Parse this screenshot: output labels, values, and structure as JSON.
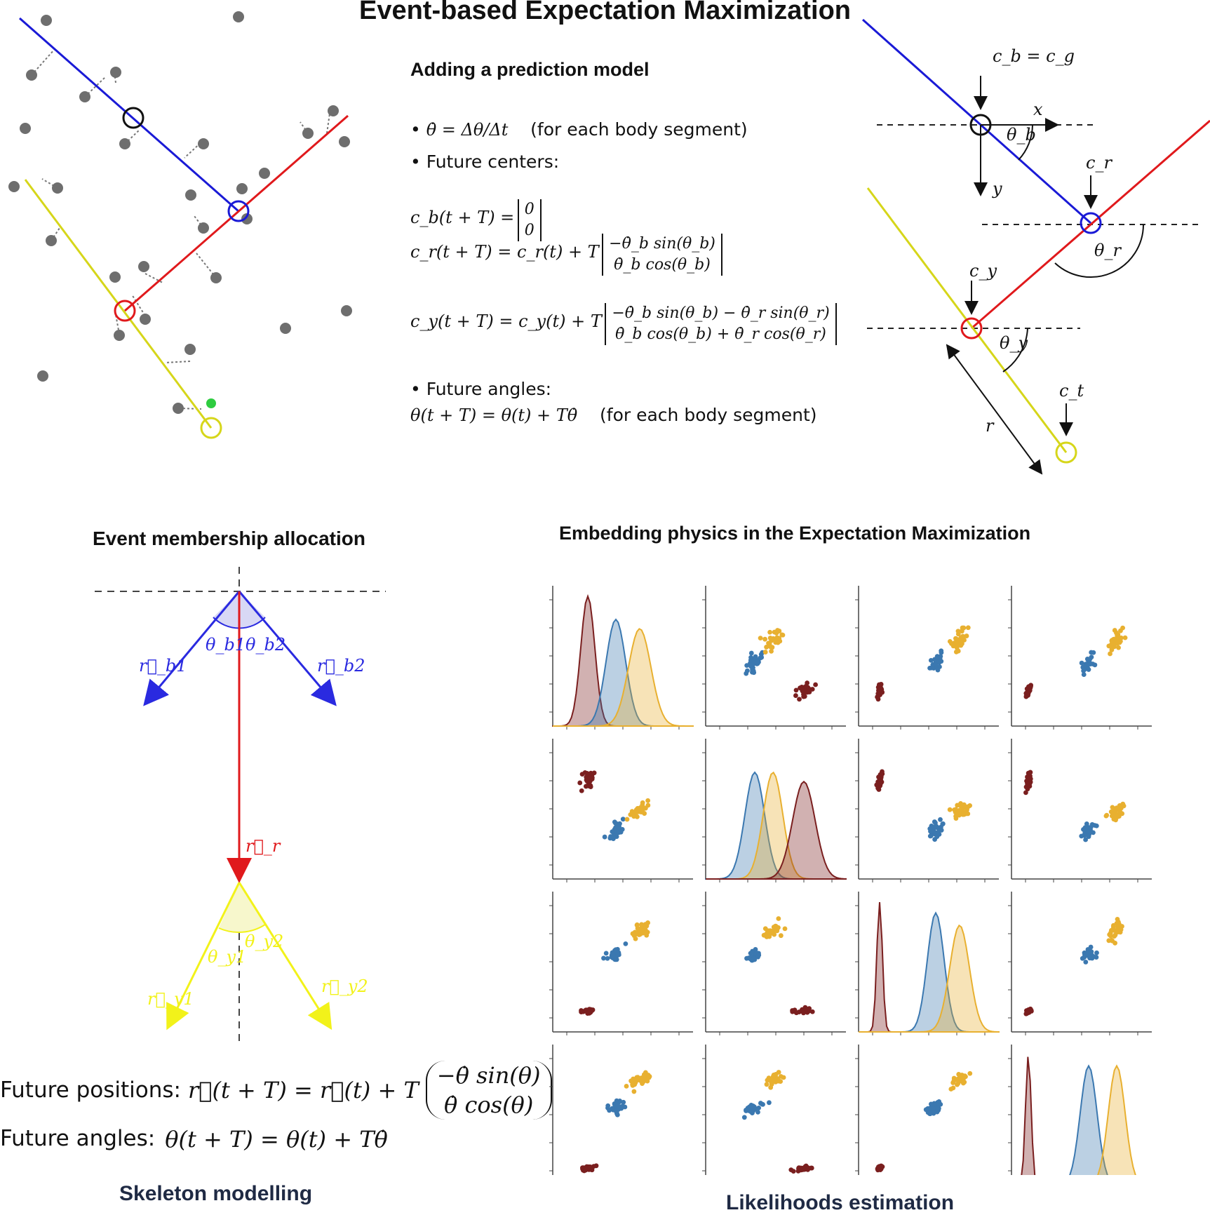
{
  "title": "Event-based Expectation Maximization",
  "prediction": {
    "heading": "Adding a prediction model",
    "bullet1_math": "θ̇ = Δθ/Δt",
    "bullet1_note": "(for each body segment)",
    "bullet2": "Future centers:",
    "cb_lhs": "c_b(t + T) =",
    "cb_m": [
      "0",
      "0"
    ],
    "cr_lhs": "c_r(t + T) = c_r(t) + T",
    "cr_m": [
      "−θ̇_b sin(θ_b)",
      "θ̇_b cos(θ_b)"
    ],
    "cy_lhs": "c_y(t + T) = c_y(t) + T",
    "cy_m": [
      "−θ̇_b sin(θ_b) − θ̇_r sin(θ_r)",
      "θ̇_b cos(θ_b) + θ̇_r cos(θ_r)"
    ],
    "bullet3": "Future angles:",
    "angles_math": "θ(t + T) = θ(t) + Tθ̇",
    "angles_note": "(for each body segment)"
  },
  "geometry": {
    "cbcg": "c_b = c_g",
    "x": "x",
    "y": "y",
    "theta_b": "θ_b",
    "cr": "c_r",
    "theta_r": "θ_r",
    "cy": "c_y",
    "theta_y": "θ_y",
    "ct": "c_t",
    "r": "r"
  },
  "membership": {
    "heading": "Event membership allocation",
    "theta_b1": "θ_b1",
    "theta_b2": "θ_b2",
    "r_b1": "r⃗_b1",
    "r_b2": "r⃗_b2",
    "r_r": "r⃗_r",
    "theta_y1": "θ_y1",
    "theta_y2": "θ_y2",
    "r_y1": "r⃗_y1",
    "r_y2": "r⃗_y2",
    "pos_label": "Future positions:",
    "pos_math": "r⃗(t + T) = r⃗(t) + T",
    "pos_vec": [
      "−θ̇ sin(θ)",
      "θ̇ cos(θ)"
    ],
    "ang_label": "Future angles:",
    "ang_math": "θ(t + T) = θ(t) + Tθ̇"
  },
  "bottom": {
    "skeleton": "Skeleton modelling",
    "likelihood": "Likelihoods  estimation",
    "embedding": "Embedding physics in the Expectation Maximization"
  },
  "colors": {
    "blue_segment": "#1a1ad6",
    "red_segment": "#e0191c",
    "yellow_segment": "#d6d61a",
    "event_dot": "#6e6e6e",
    "green_dot": "#2ecc40",
    "cluster_a": "#7a1f1f",
    "cluster_b": "#3b78b0",
    "cluster_c": "#e8b030"
  },
  "chart_data": {
    "type": "scatter",
    "grid": "4x4 pair plot",
    "diagonal": "kde",
    "series": [
      {
        "color": "#7a1f1f"
      },
      {
        "color": "#3b78b0"
      },
      {
        "color": "#e8b030"
      }
    ]
  }
}
